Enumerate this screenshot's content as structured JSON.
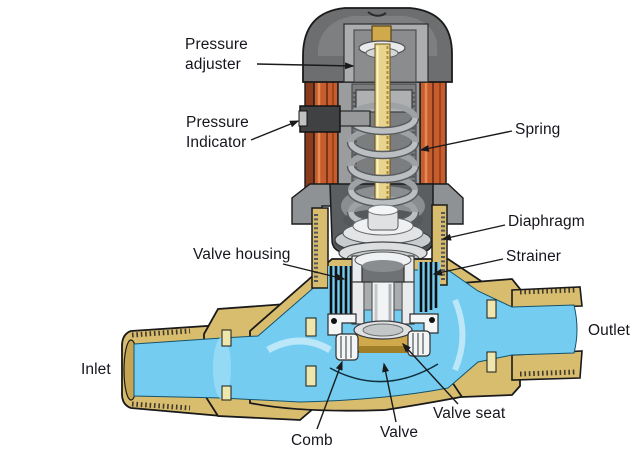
{
  "diagram": {
    "type": "cutaway-illustration",
    "subject": "pressure reducing valve",
    "labels": {
      "pressure_adjuster": "Pressure\nadjuster",
      "pressure_indicator": "Pressure\nIndicator",
      "spring": "Spring",
      "diaphragm": "Diaphragm",
      "valve_housing": "Valve housing",
      "strainer": "Strainer",
      "inlet": "Inlet",
      "outlet": "Outlet",
      "comb": "Comb",
      "valve": "Valve",
      "valve_seat": "Valve seat"
    },
    "colors": {
      "brass": "#d9bd6f",
      "water": "#74ccf0",
      "orange": "#c65d2e",
      "gray_cap": "#6c6e70",
      "spring_gray": "#b9bcbe",
      "label_text": "#15151d",
      "outline": "#1a1a1a"
    }
  }
}
